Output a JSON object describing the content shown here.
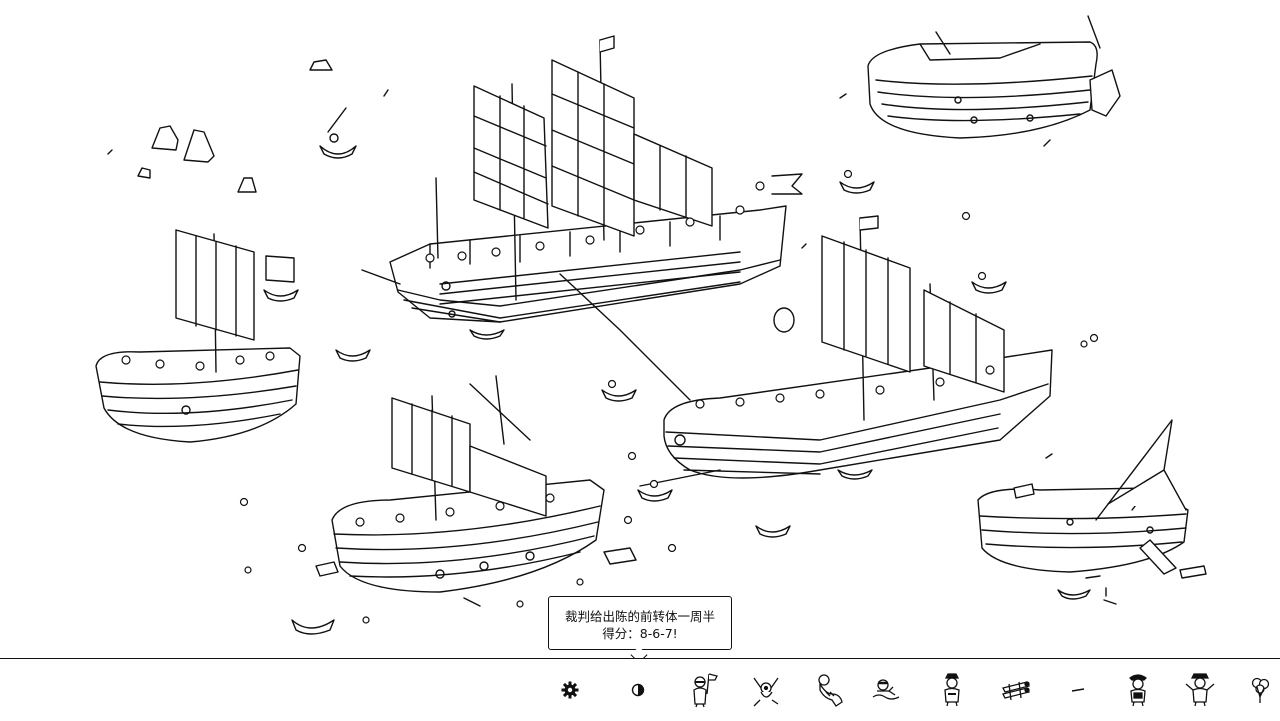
{
  "hint": {
    "line1": "裁判给出陈的前转体一周半",
    "line2": "得分：8-6-7!"
  },
  "toolbar": {
    "items": [
      {
        "name": "settings-gear-icon",
        "icon": "gear"
      },
      {
        "name": "hint-item-ball-icon",
        "icon": "ball"
      },
      {
        "name": "hint-item-flag-bearer-icon",
        "icon": "flag-bearer"
      },
      {
        "name": "hint-item-dancer-icon",
        "icon": "dancer"
      },
      {
        "name": "hint-item-mermaid-icon",
        "icon": "mermaid"
      },
      {
        "name": "hint-item-swimmer-icon",
        "icon": "swimmer"
      },
      {
        "name": "hint-item-sailor-icon",
        "icon": "sailor"
      },
      {
        "name": "hint-item-logs-icon",
        "icon": "logs"
      },
      {
        "name": "hint-item-dash-icon",
        "icon": "dash"
      },
      {
        "name": "hint-item-pirate-icon",
        "icon": "pirate"
      },
      {
        "name": "hint-item-waving-person-icon",
        "icon": "waving-person"
      },
      {
        "name": "hint-item-balloon-icon",
        "icon": "balloon"
      }
    ]
  }
}
